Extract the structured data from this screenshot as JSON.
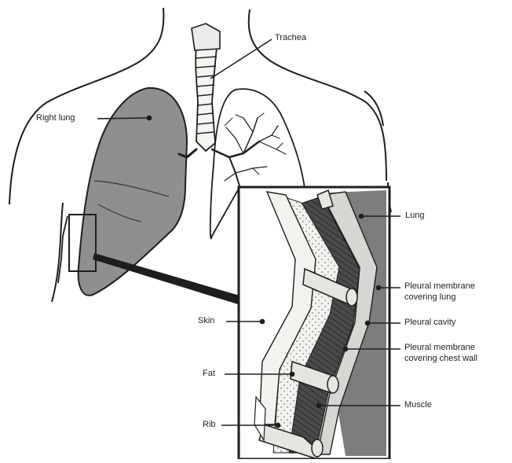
{
  "diagram": {
    "labels": {
      "trachea": "Trachea",
      "right_lung": "Right lung",
      "lung": "Lung",
      "pleural_membrane_lung_1": "Pleural membrane",
      "pleural_membrane_lung_2": "covering lung",
      "pleural_cavity": "Pleural cavity",
      "pleural_membrane_wall_1": "Pleural membrane",
      "pleural_membrane_wall_2": "covering chest wall",
      "skin": "Skin",
      "fat": "Fat",
      "muscle": "Muscle",
      "rib": "Rib"
    },
    "colors": {
      "line": "#1e1e1e",
      "lung_fill": "#8f8f8f",
      "inset_background": "#ffffff",
      "inset_lung": "#7d7d7d",
      "muscle_fill": "#4a4a4a",
      "skin_fill": "#f2f2ee",
      "rib_fill": "#e6e6e1"
    }
  }
}
